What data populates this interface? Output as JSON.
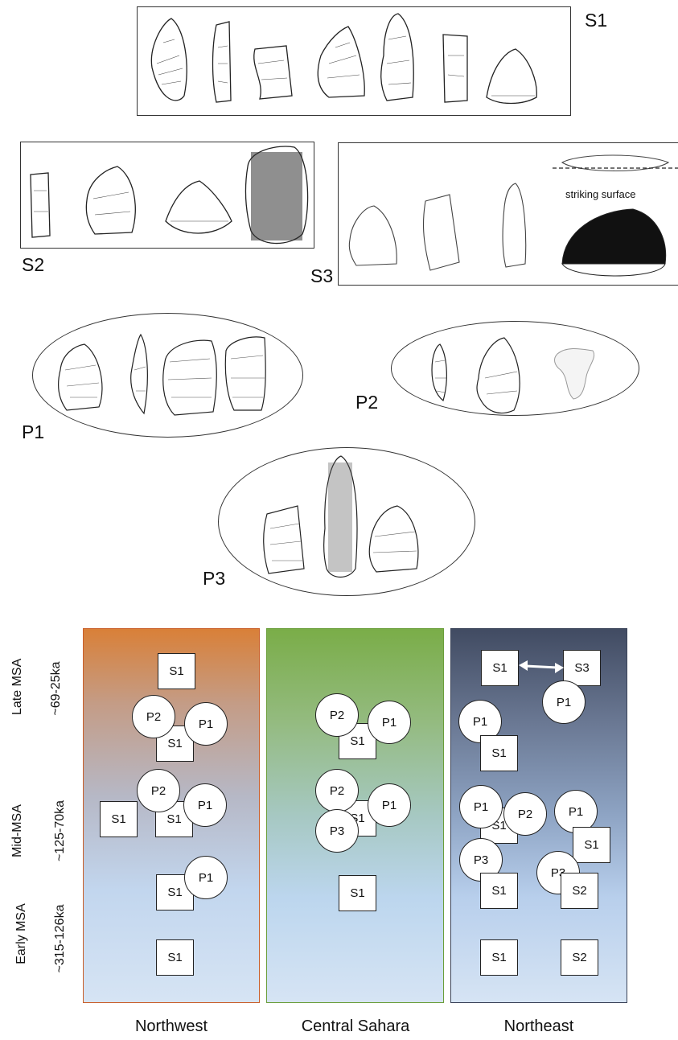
{
  "panels": {
    "s1": "S1",
    "s2": "S2",
    "s3": "S3",
    "p1": "P1",
    "p2": "P2",
    "p3": "P3",
    "s3_note": "striking surface"
  },
  "time_periods": [
    {
      "phase": "Late MSA",
      "age": "~69-25ka"
    },
    {
      "phase": "Mid-MSA",
      "age": "~125-70ka"
    },
    {
      "phase": "Early MSA",
      "age": "~315-126ka"
    }
  ],
  "regions": [
    {
      "name": "Northwest",
      "gradient_top": "#d98038",
      "gradient_bottom": "#c8dcf2",
      "border": "#c95f2a",
      "late": [
        "S1",
        "P2",
        "P1",
        "S1"
      ],
      "mid": [
        "P2",
        "P1",
        "S1",
        "S1"
      ],
      "early": [
        "P1",
        "S1",
        "S1"
      ]
    },
    {
      "name": "Central Sahara",
      "gradient_top": "#7aad48",
      "gradient_bottom": "#c8dcf2",
      "border": "#6a9e3a",
      "late": [
        "P2",
        "P1",
        "S1"
      ],
      "mid": [
        "P2",
        "P1",
        "S1",
        "P3"
      ],
      "early": [
        "S1"
      ]
    },
    {
      "name": "Northeast",
      "gradient_top": "#414b62",
      "gradient_bottom": "#c8dcf2",
      "border": "#3a4358",
      "late": [
        "S1",
        "S3",
        "P1",
        "P1",
        "S1"
      ],
      "mid": [
        "P1",
        "P2",
        "S1",
        "P1",
        "S1",
        "P3",
        "P3",
        "S1",
        "S2"
      ],
      "early": [
        "S1",
        "S2"
      ]
    }
  ],
  "colors": {
    "outline": "#333333",
    "token_fill": "#ffffff"
  }
}
